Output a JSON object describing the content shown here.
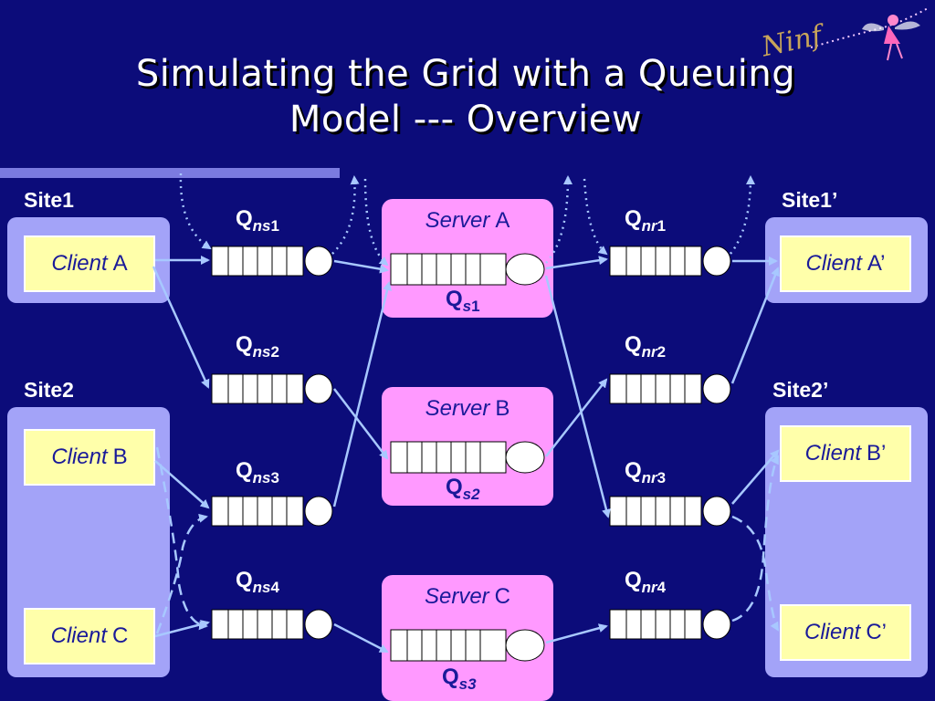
{
  "title": {
    "line1": "Simulating the Grid with a Queuing",
    "line2": "Model --- Overview"
  },
  "logo": {
    "text": "Ninf",
    "icon": "fairy-logo-icon"
  },
  "sites": {
    "site1": "Site1",
    "site2": "Site2",
    "site1p": "Site1’",
    "site2p": "Site2’"
  },
  "clients": {
    "a": {
      "italic": "Client",
      "name": "A"
    },
    "b": {
      "italic": "Client",
      "name": "B"
    },
    "c": {
      "italic": "Client",
      "name": "C"
    },
    "ap": {
      "italic": "Client",
      "name": "A’"
    },
    "bp": {
      "italic": "Client",
      "name": "B’"
    },
    "cp": {
      "italic": "Client",
      "name": "C’"
    }
  },
  "servers": {
    "a": {
      "italic": "Server",
      "name": "A",
      "q": "Q",
      "sub_italic": "s",
      "sub_num": "1"
    },
    "b": {
      "italic": "Server",
      "name": "B",
      "q": "Q",
      "sub_italic": "s2",
      "sub_num": ""
    },
    "c": {
      "italic": "Server",
      "name": "C",
      "q": "Q",
      "sub_italic": "s3",
      "sub_num": ""
    }
  },
  "send_queues": [
    {
      "q": "Q",
      "sub_italic": "ns",
      "sub_num": "1"
    },
    {
      "q": "Q",
      "sub_italic": "ns",
      "sub_num": "2"
    },
    {
      "q": "Q",
      "sub_italic": "ns",
      "sub_num": "3"
    },
    {
      "q": "Q",
      "sub_italic": "ns",
      "sub_num": "4"
    }
  ],
  "recv_queues": [
    {
      "q": "Q",
      "sub_italic": "nr",
      "sub_num": "1"
    },
    {
      "q": "Q",
      "sub_italic": "nr",
      "sub_num": "2"
    },
    {
      "q": "Q",
      "sub_italic": "nr",
      "sub_num": "3"
    },
    {
      "q": "Q",
      "sub_italic": "nr",
      "sub_num": "4"
    }
  ],
  "colors": {
    "background": "#0c0c7a",
    "site_box": "#a3a3f8",
    "client_fill": "#ffffaa",
    "server_fill": "#ff99ff",
    "arrow": "#a8c8ff"
  }
}
